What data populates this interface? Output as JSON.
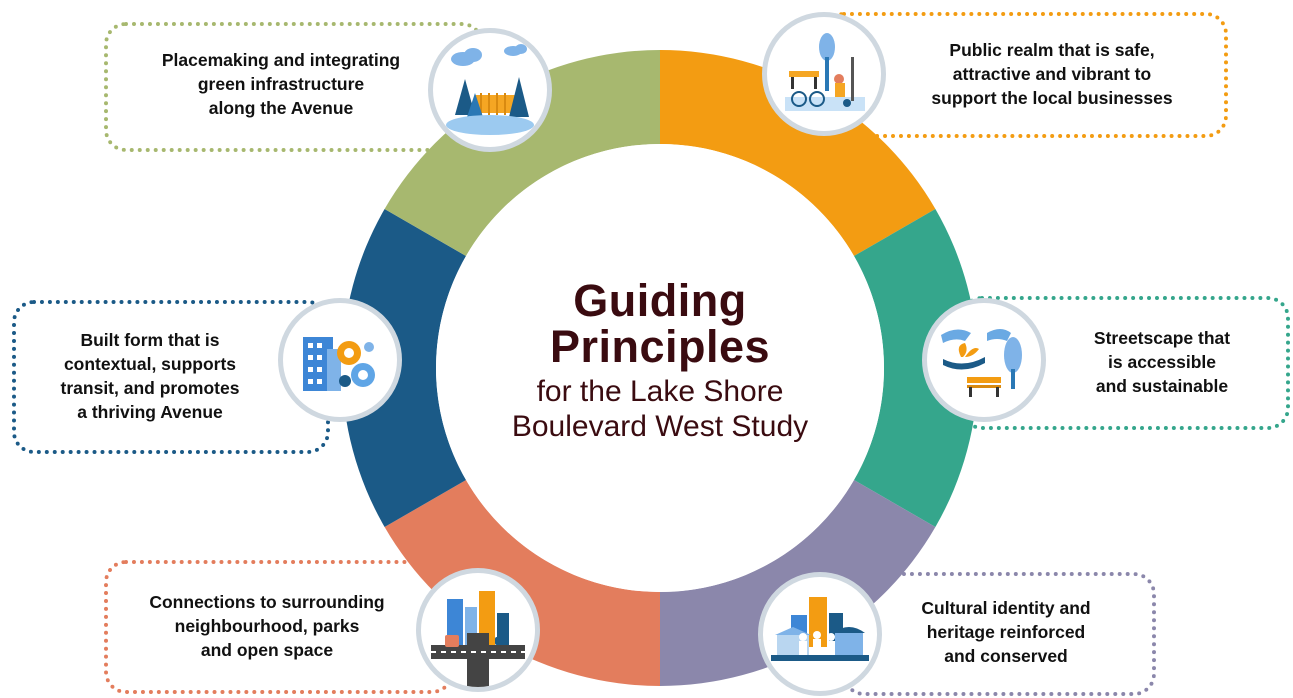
{
  "center": {
    "title_line1": "Guiding",
    "title_line2": "Principles",
    "subtitle_line1": "for the Lake Shore",
    "subtitle_line2": "Boulevard West Study"
  },
  "segments": [
    {
      "name": "green",
      "color": "#a7b86f"
    },
    {
      "name": "orange",
      "color": "#f39c12"
    },
    {
      "name": "teal",
      "color": "#35a68c"
    },
    {
      "name": "purple",
      "color": "#8b87ab"
    },
    {
      "name": "coral",
      "color": "#e37d5d"
    },
    {
      "name": "blue",
      "color": "#1b5a87"
    }
  ],
  "principles": {
    "placemaking": {
      "lines": [
        "Placemaking and integrating",
        "green infrastructure",
        "along the Avenue"
      ],
      "color": "#a7b86f",
      "icon": "park-trees-icon"
    },
    "public_realm": {
      "lines": [
        "Public realm that is safe,",
        "attractive and vibrant to",
        "support the local businesses"
      ],
      "color": "#f39c12",
      "icon": "street-activity-icon"
    },
    "built_form": {
      "lines": [
        "Built form that is",
        "contextual, supports",
        "transit, and promotes",
        "a thriving Avenue"
      ],
      "color": "#1b5a87",
      "icon": "buildings-gears-icon"
    },
    "streetscape": {
      "lines": [
        "Streetscape that",
        "is accessible",
        "and sustainable"
      ],
      "color": "#35a68c",
      "icon": "hands-sprout-bench-icon"
    },
    "connections": {
      "lines": [
        "Connections to surrounding",
        "neighbourhood, parks",
        "and open space"
      ],
      "color": "#e37d5d",
      "icon": "intersection-city-icon"
    },
    "cultural": {
      "lines": [
        "Cultural identity and",
        "heritage reinforced",
        "and conserved"
      ],
      "color": "#8b87ab",
      "icon": "heritage-people-icon"
    }
  }
}
